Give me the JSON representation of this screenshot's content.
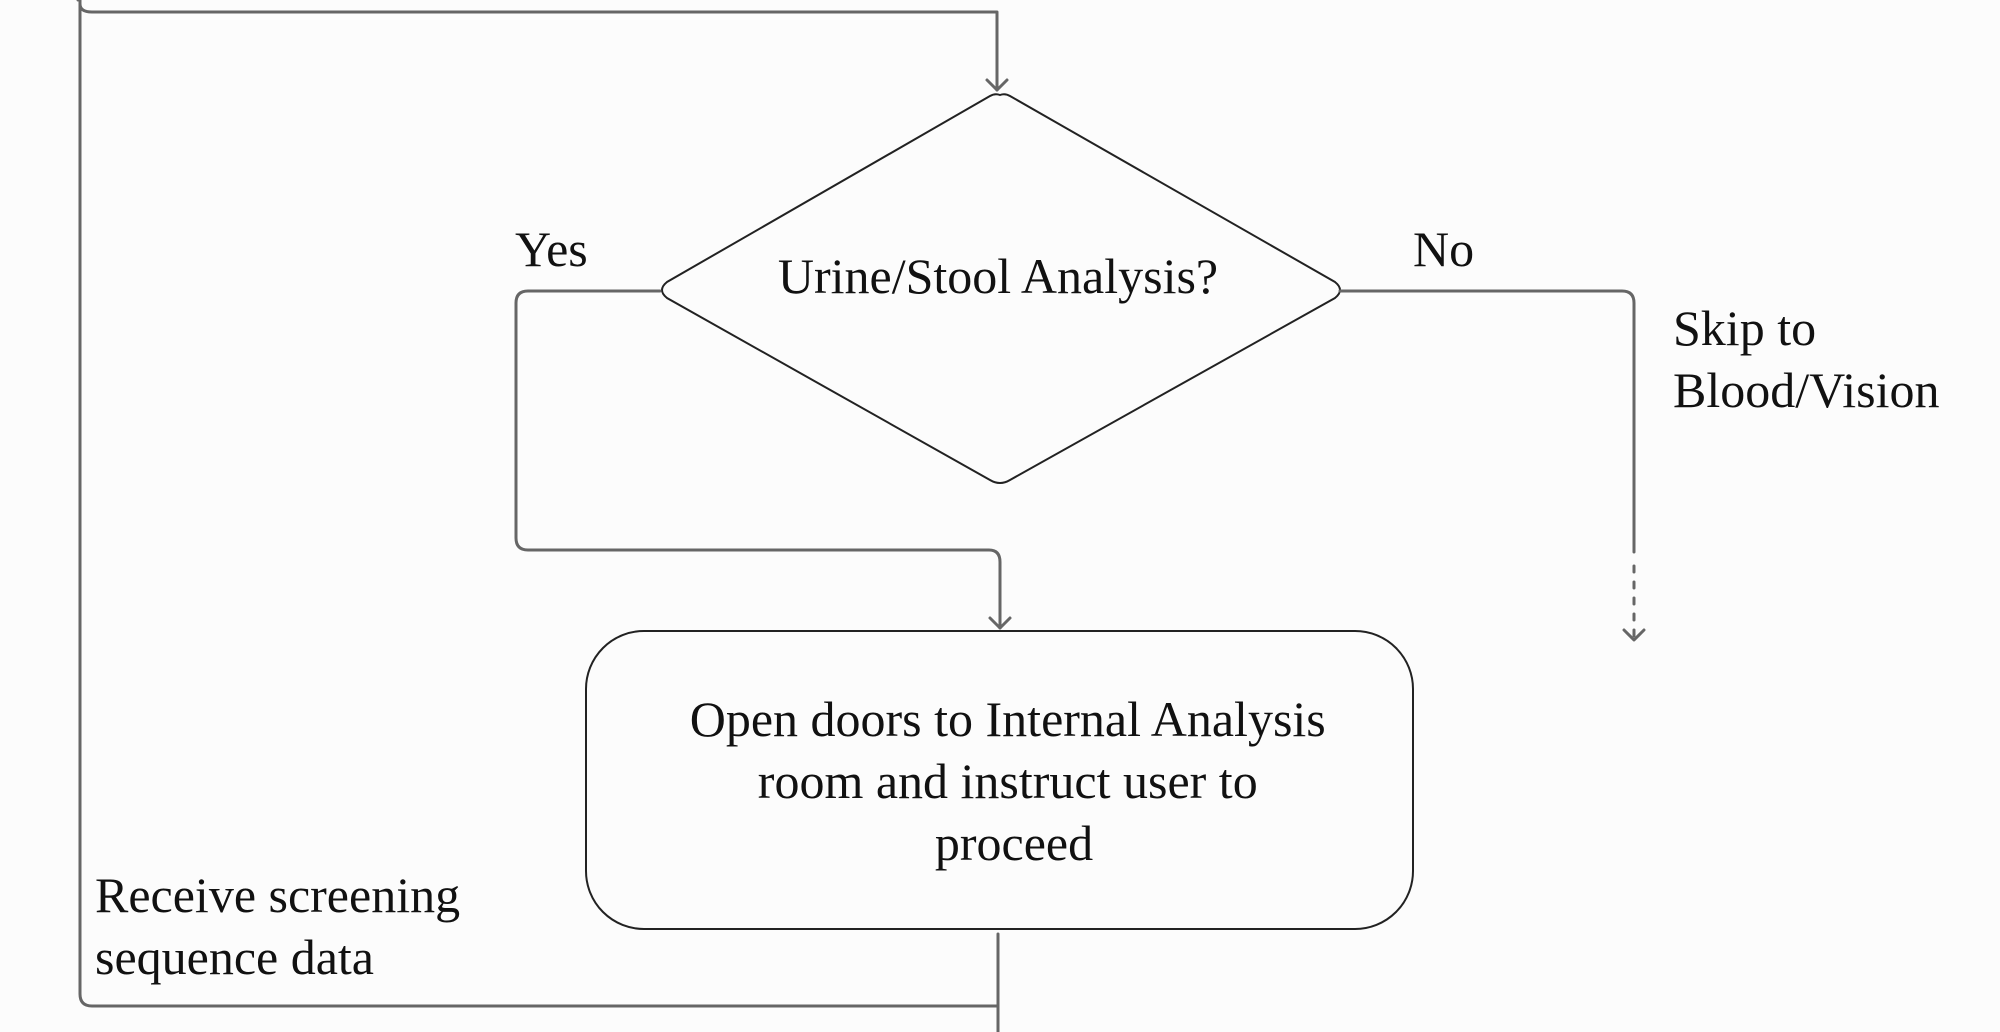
{
  "diagram": {
    "decision": {
      "text": "Urine/Stool Analysis?"
    },
    "yes_label": "Yes",
    "no_label": "No",
    "skip_note": {
      "line1": "Skip to",
      "line2": "Blood/Vision"
    },
    "process": {
      "line1": "Open doors to Internal Analysis",
      "line2": "room and instruct user to",
      "line3": "proceed"
    },
    "side_note": {
      "line1": "Receive screening",
      "line2": "sequence data"
    }
  }
}
